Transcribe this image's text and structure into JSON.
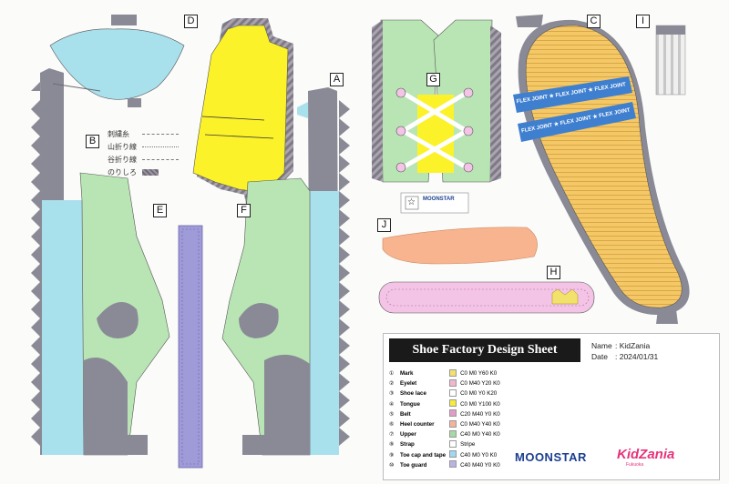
{
  "parts": {
    "a": "A",
    "b": "B",
    "c": "C",
    "d": "D",
    "e": "E",
    "f": "F",
    "g": "G",
    "h": "H",
    "i": "I",
    "j": "J"
  },
  "legend": {
    "stitch": "刺繍糸",
    "mountain_fold": "山折り線",
    "valley_fold": "谷折り線",
    "glue_tab": "のりしろ"
  },
  "sole_text": "FLEX JOINT ★ FLEX JOINT ★ FLEX JOINT",
  "stamp": {
    "star": "☆",
    "brand": "MOONSTAR"
  },
  "sheet": {
    "title": "Shoe Factory Design Sheet",
    "name_label": "Name",
    "name_value": ": KidZania",
    "date_label": "Date",
    "date_value": ": 2024/01/31",
    "rows": [
      {
        "num": "①",
        "part": "Mark",
        "color": "#f2e26b",
        "code": "C0 M0 Y60 K0"
      },
      {
        "num": "②",
        "part": "Eyelet",
        "color": "#f0b7cf",
        "code": "C0 M40 Y20 K0"
      },
      {
        "num": "③",
        "part": "Shoe lace",
        "color": "#ffffff",
        "code": "C0 M0 Y0 K20"
      },
      {
        "num": "④",
        "part": "Tongue",
        "color": "#f5ec3d",
        "code": "C0 M0 Y100 K0"
      },
      {
        "num": "⑤",
        "part": "Belt",
        "color": "#e59bc7",
        "code": "C20 M40 Y0 K0"
      },
      {
        "num": "⑥",
        "part": "Heel counter",
        "color": "#f7b39a",
        "code": "C0 M40 Y40 K0"
      },
      {
        "num": "⑦",
        "part": "Upper",
        "color": "#a7d9a5",
        "code": "C40 M0 Y40 K0"
      },
      {
        "num": "⑧",
        "part": "Strap",
        "color": "#ffffff",
        "code": "Stripe"
      },
      {
        "num": "⑨",
        "part": "Toe cap and tape",
        "color": "#9fd8ef",
        "code": "C40 M0 Y0 K0"
      },
      {
        "num": "⑩",
        "part": "Toe guard",
        "color": "#b9b3e3",
        "code": "C40 M40 Y0 K0"
      }
    ],
    "brand_left": "MOONSTAR",
    "brand_right": "KidZania",
    "brand_right_sub": "Fukuoka"
  },
  "colors": {
    "upper": "#b9e5b5",
    "toe": "#a8e0ec",
    "gray": "#8a8a96",
    "tongue": "#fbf22a",
    "sole": "#f5c866",
    "belt": "#f3c4e6",
    "heel": "#f8b48e",
    "toe_guard": "#9f9ad8"
  }
}
